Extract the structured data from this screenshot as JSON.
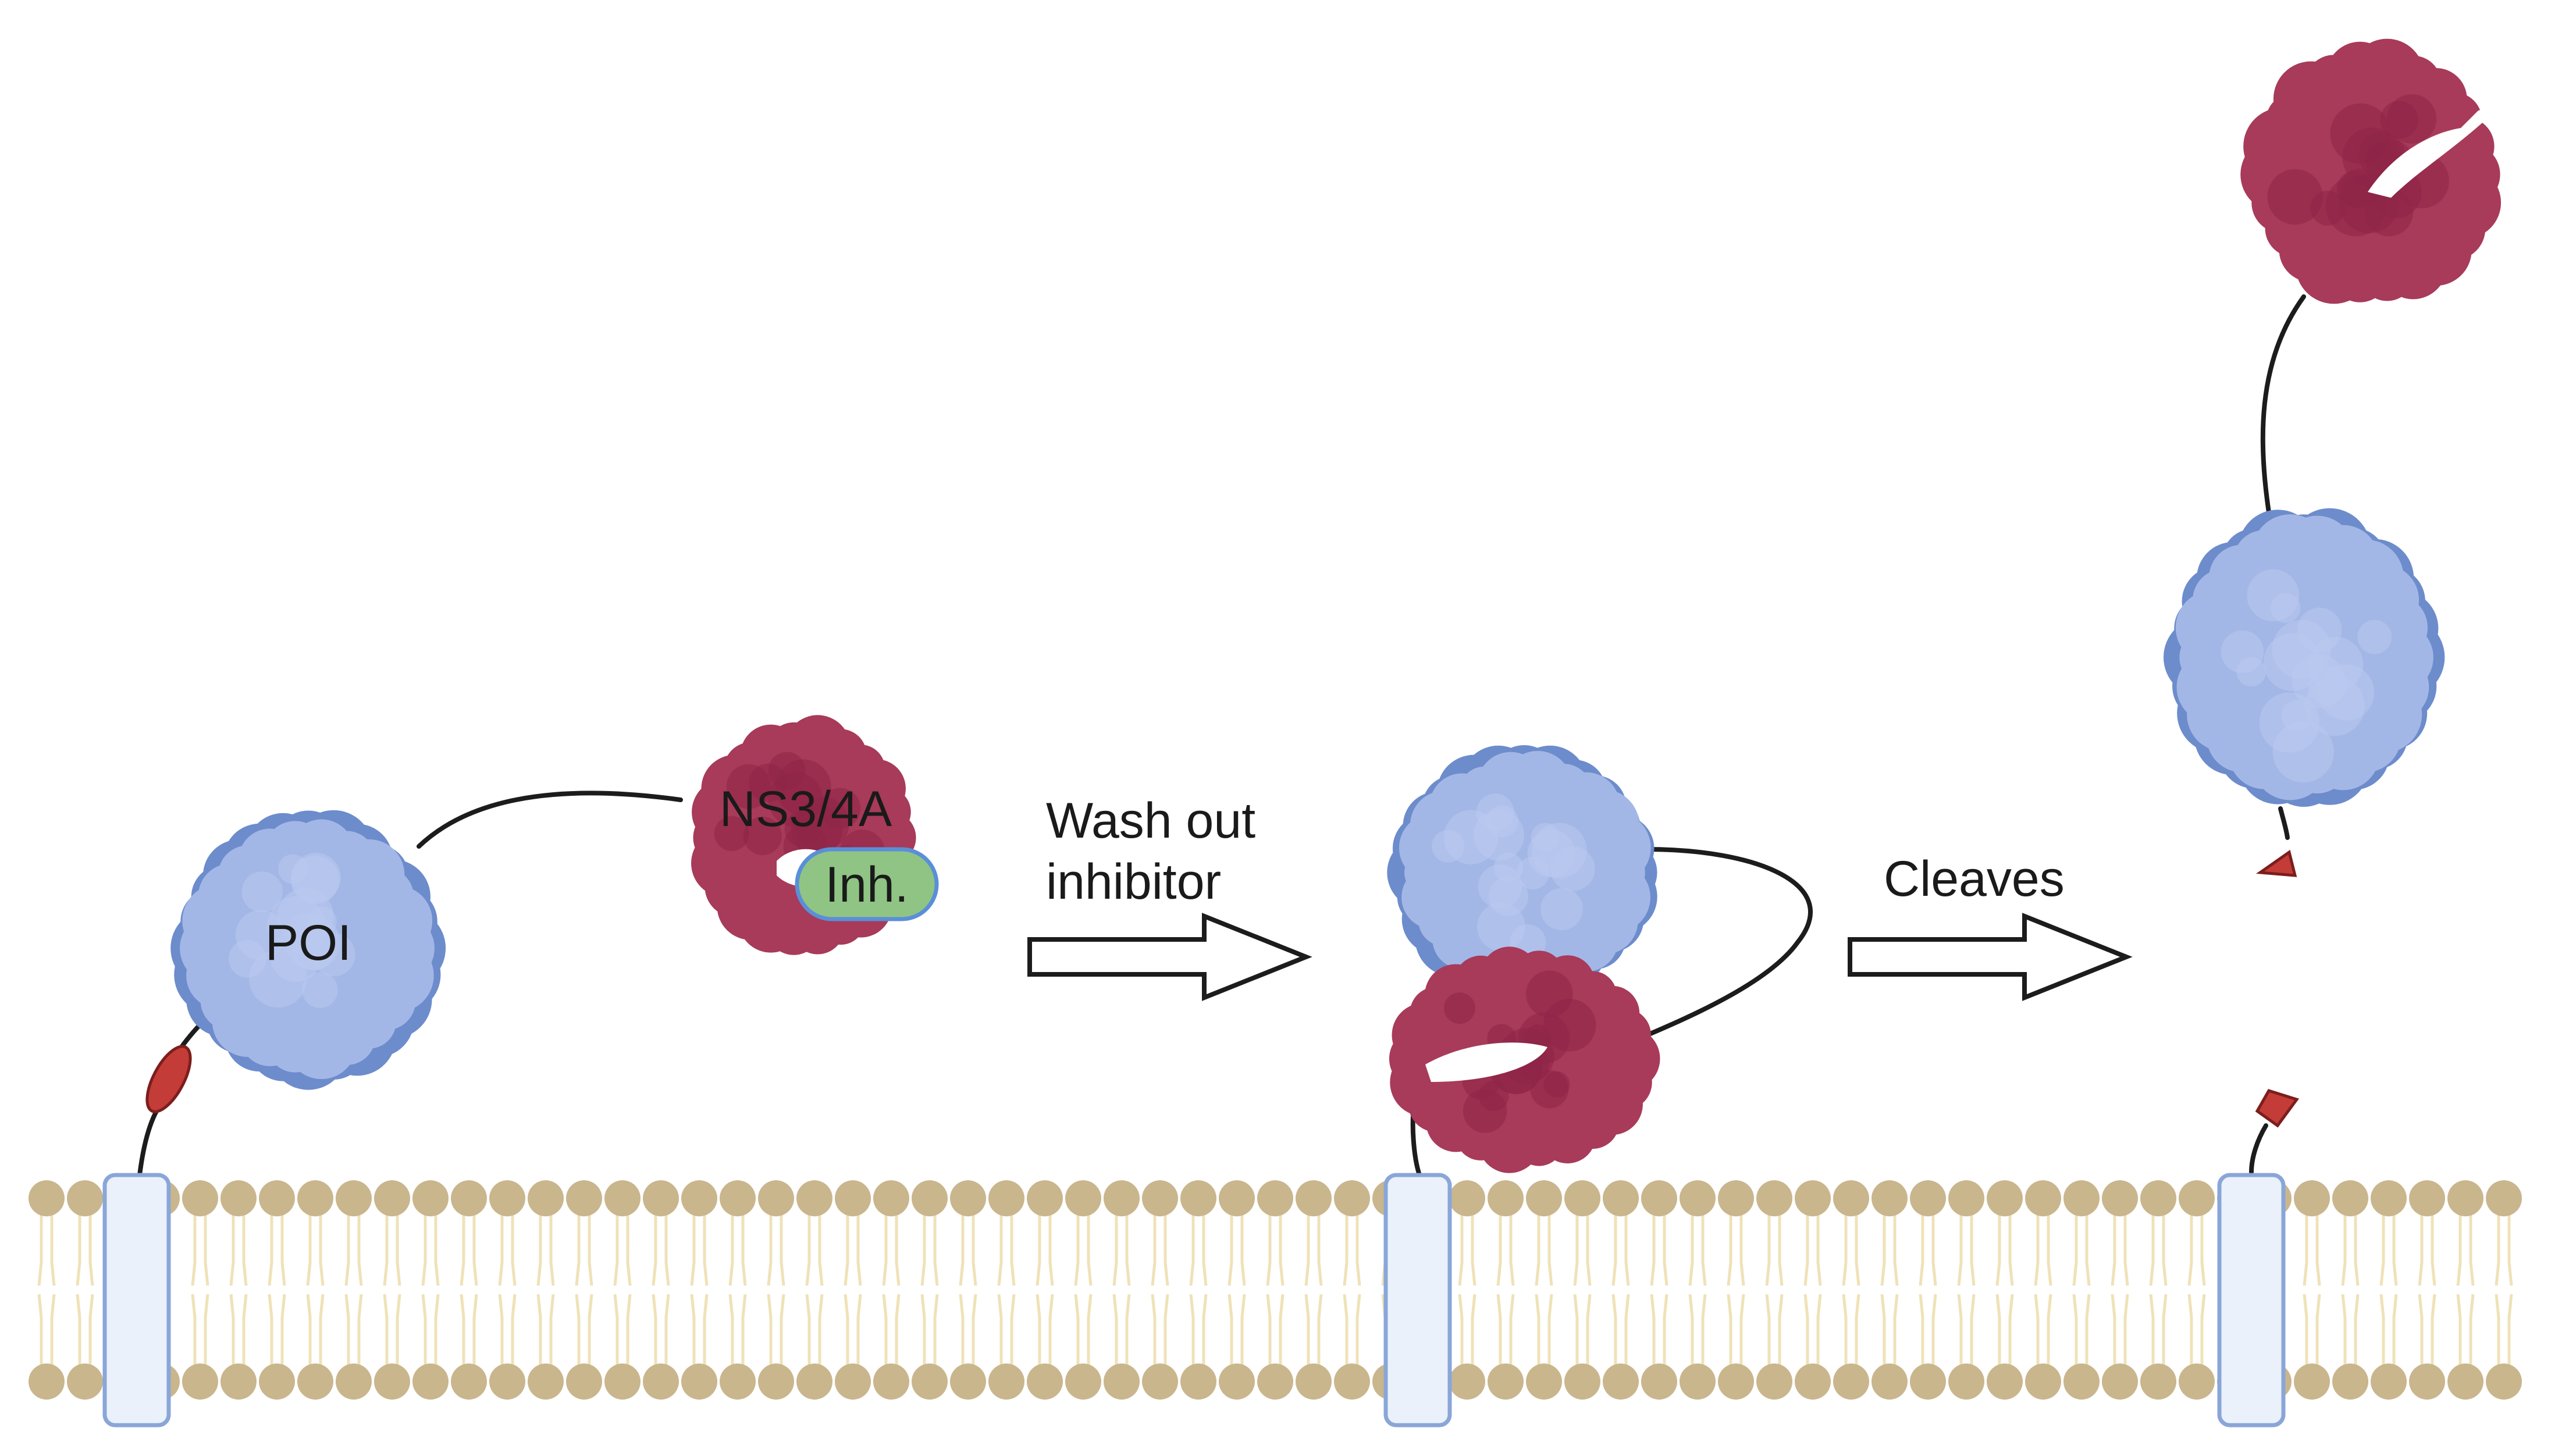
{
  "labels": {
    "poi": "POI",
    "protease": "NS3/4A",
    "inhibitor": "Inh.",
    "step1_line1": "Wash out",
    "step1_line2": "inhibitor",
    "step2": "Cleaves"
  },
  "colors": {
    "poi_fill": "#a3b7e6",
    "poi_blob": "#b9c9ee",
    "poi_outline": "#6d8ccc",
    "protease_fill": "#a83a5a",
    "protease_blob": "#8e2447",
    "inhibitor_fill": "#8fc484",
    "inhibitor_outline": "#5a8fd8",
    "lipid_head": "#c9b68d",
    "lipid_tail": "#efe2b8",
    "cleavage_tag": "#c33c38"
  }
}
